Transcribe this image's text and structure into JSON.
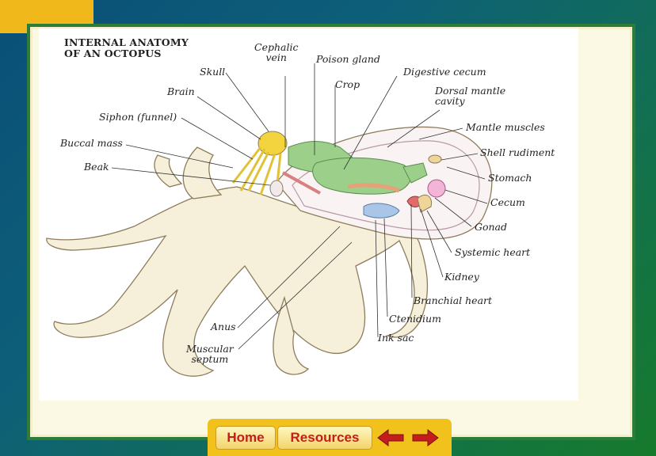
{
  "diagram": {
    "title_line1": "INTERNAL ANATOMY",
    "title_line2": "OF AN OCTOPUS",
    "labels": {
      "cephalic_vein": "Cephalic\nvein",
      "poison_gland": "Poison gland",
      "digestive_cecum": "Digestive cecum",
      "skull": "Skull",
      "crop": "Crop",
      "dorsal_mantle_cavity": "Dorsal mantle\ncavity",
      "brain": "Brain",
      "siphon": "Siphon (funnel)",
      "mantle_muscles": "Mantle muscles",
      "buccal_mass": "Buccal mass",
      "shell_rudiment": "Shell rudiment",
      "beak": "Beak",
      "stomach": "Stomach",
      "cecum": "Cecum",
      "gonad": "Gonad",
      "systemic_heart": "Systemic heart",
      "kidney": "Kidney",
      "branchial_heart": "Branchial heart",
      "ctenidium": "Ctenidium",
      "anus": "Anus",
      "ink_sac": "Ink sac",
      "muscular_septum": "Muscular\nseptum"
    }
  },
  "nav": {
    "home_label": "Home",
    "resources_label": "Resources",
    "back_icon": "left-arrow-icon",
    "forward_icon": "right-arrow-icon",
    "accent": "#c51d1d",
    "bar_color": "#f2c21c"
  }
}
